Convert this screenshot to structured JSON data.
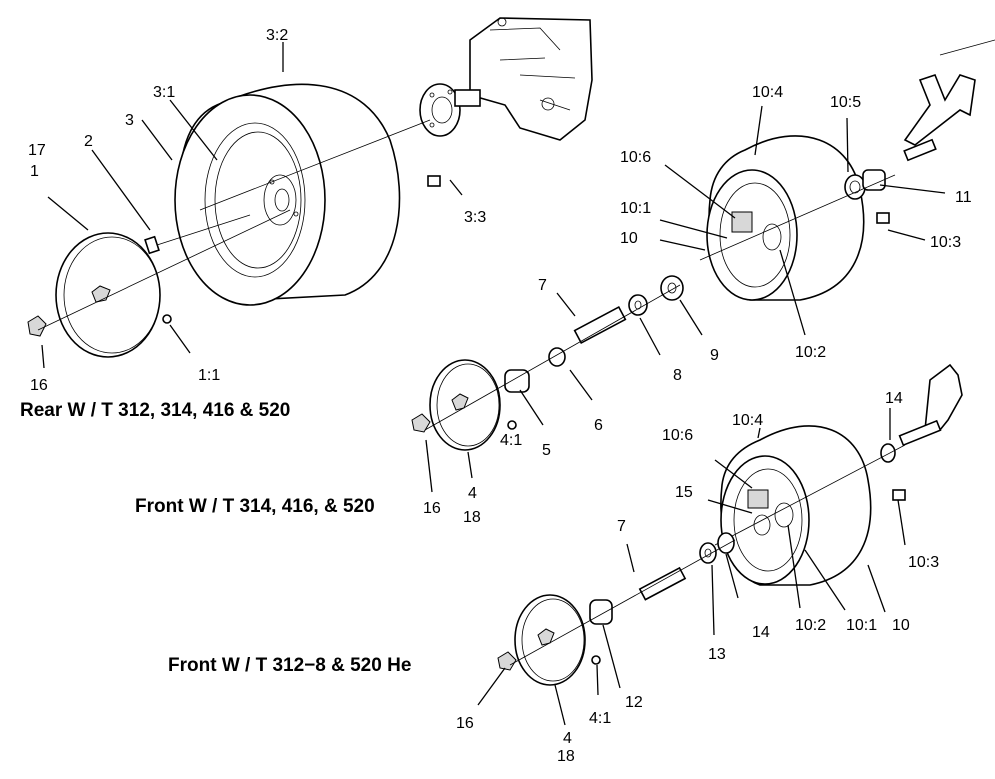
{
  "captions": {
    "rear": "Rear W / T 312, 314, 416 & 520",
    "front_a": "Front W / T 314, 416, & 520",
    "front_b": "Front W / T 312−8 & 520 He"
  },
  "callouts": {
    "rear": [
      "3:2",
      "3:1",
      "3",
      "17",
      "1",
      "2",
      "3:3",
      "16",
      "1:1"
    ],
    "front_a": [
      "10:4",
      "10:5",
      "10:6",
      "11",
      "10:1",
      "10",
      "10:3",
      "10:2",
      "7",
      "8",
      "9",
      "6",
      "5",
      "4:1",
      "16",
      "4",
      "18"
    ],
    "front_b": [
      "10:4",
      "14",
      "10:6",
      "15",
      "10:3",
      "7",
      "14",
      "13",
      "10:2",
      "10:1",
      "10",
      "12",
      "4:1",
      "16",
      "4",
      "18"
    ]
  }
}
